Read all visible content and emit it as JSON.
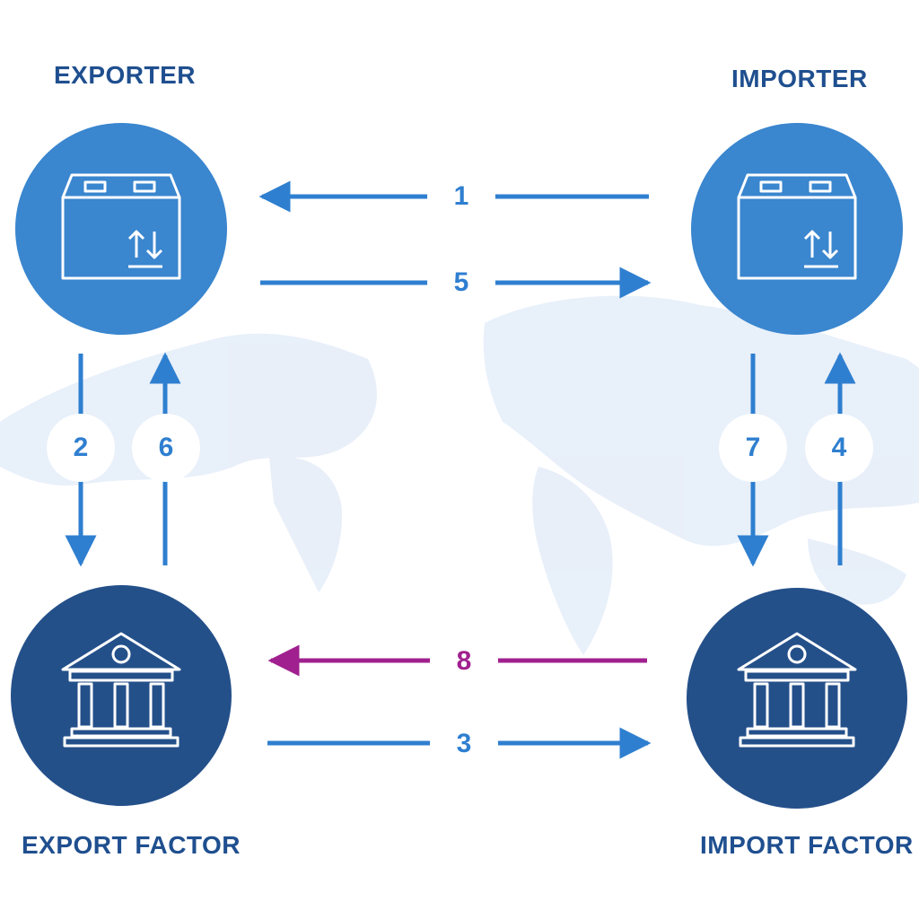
{
  "nodes": {
    "exporter": {
      "label": "EXPORTER",
      "icon": "box-icon"
    },
    "importer": {
      "label": "IMPORTER",
      "icon": "box-icon"
    },
    "export_factor": {
      "label": "EXPORT FACTOR",
      "icon": "bank-icon"
    },
    "import_factor": {
      "label": "IMPORT FACTOR",
      "icon": "bank-icon"
    }
  },
  "steps": {
    "s1": {
      "label": "1",
      "color": "#2f7fd0"
    },
    "s2": {
      "label": "2",
      "color": "#2f7fd0"
    },
    "s3": {
      "label": "3",
      "color": "#2f7fd0"
    },
    "s4": {
      "label": "4",
      "color": "#2f7fd0"
    },
    "s5": {
      "label": "5",
      "color": "#2f7fd0"
    },
    "s6": {
      "label": "6",
      "color": "#2f7fd0"
    },
    "s7": {
      "label": "7",
      "color": "#2f7fd0"
    },
    "s8": {
      "label": "8",
      "color": "#a0208f"
    }
  },
  "colors": {
    "party_circle": "#3a86cf",
    "factor_circle": "#24508a",
    "label_text": "#1f4f8f",
    "arrow_blue": "#2f7fd0",
    "arrow_purple": "#a0208f",
    "map_background": "#e8f0fb"
  }
}
